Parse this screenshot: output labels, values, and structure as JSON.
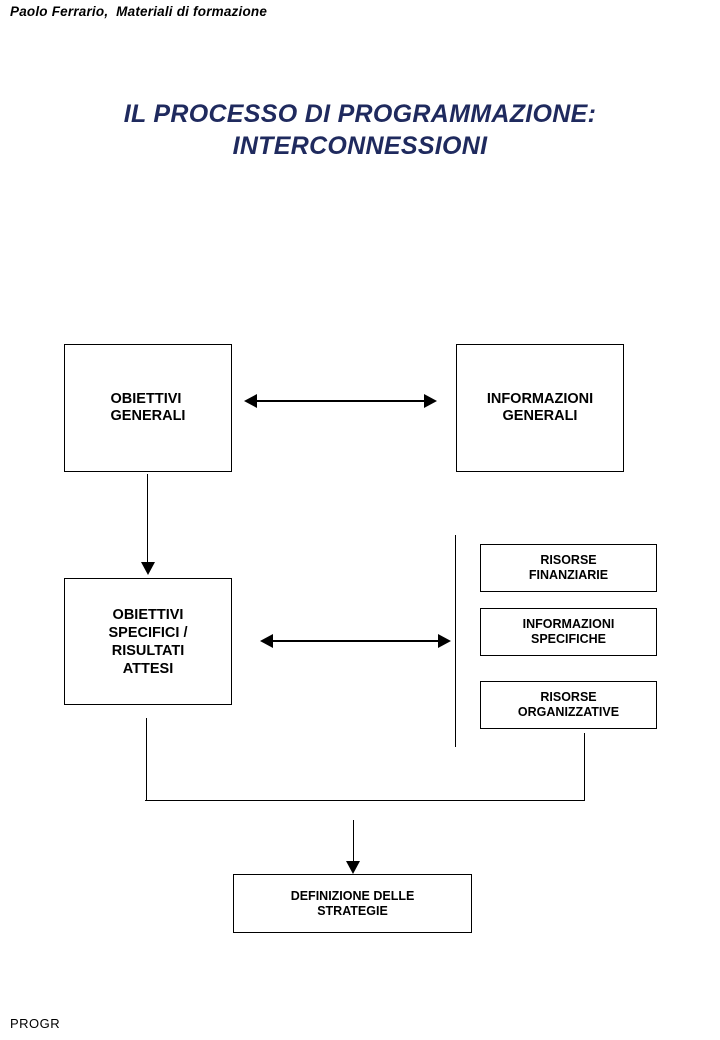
{
  "header": {
    "author_note": "Paolo Ferrario,  Materiali di formazione"
  },
  "footer": {
    "label": "PROGR"
  },
  "title": {
    "line1": "IL PROCESSO DI PROGRAMMAZIONE:",
    "line2": "INTERCONNESSIONI",
    "color": "#1f2a5e"
  },
  "diagram": {
    "type": "flowchart",
    "line_color": "#000000",
    "box_fill": "#ffffff",
    "nodes": [
      {
        "id": "obiettivi-generali",
        "label": "OBIETTIVI\nGENERALI"
      },
      {
        "id": "informazioni-generali",
        "label": "INFORMAZIONI\nGENERALI"
      },
      {
        "id": "obiettivi-specifici",
        "label": "OBIETTIVI\nSPECIFICI /\nRISULTATI\nATTESI"
      },
      {
        "id": "risorse-finanziarie",
        "label": "RISORSE\nFINANZIARIE"
      },
      {
        "id": "informazioni-specifiche",
        "label": "INFORMAZIONI\nSPECIFICHE"
      },
      {
        "id": "risorse-organizzative",
        "label": "RISORSE\nORGANIZZATIVE"
      },
      {
        "id": "definizione-strategie",
        "label": "DEFINIZIONE DELLE\nSTRATEGIE"
      }
    ],
    "edges": [
      {
        "from": "obiettivi-generali",
        "to": "informazioni-generali",
        "style": "double-arrow-horizontal"
      },
      {
        "from": "obiettivi-generali",
        "to": "obiettivi-specifici",
        "style": "arrow-down"
      },
      {
        "from": "obiettivi-specifici",
        "to": "risorse-group",
        "style": "double-arrow-horizontal"
      },
      {
        "from": "obiettivi-specifici+risorse-group",
        "to": "definizione-strategie",
        "style": "merge-arrow-down"
      }
    ]
  }
}
